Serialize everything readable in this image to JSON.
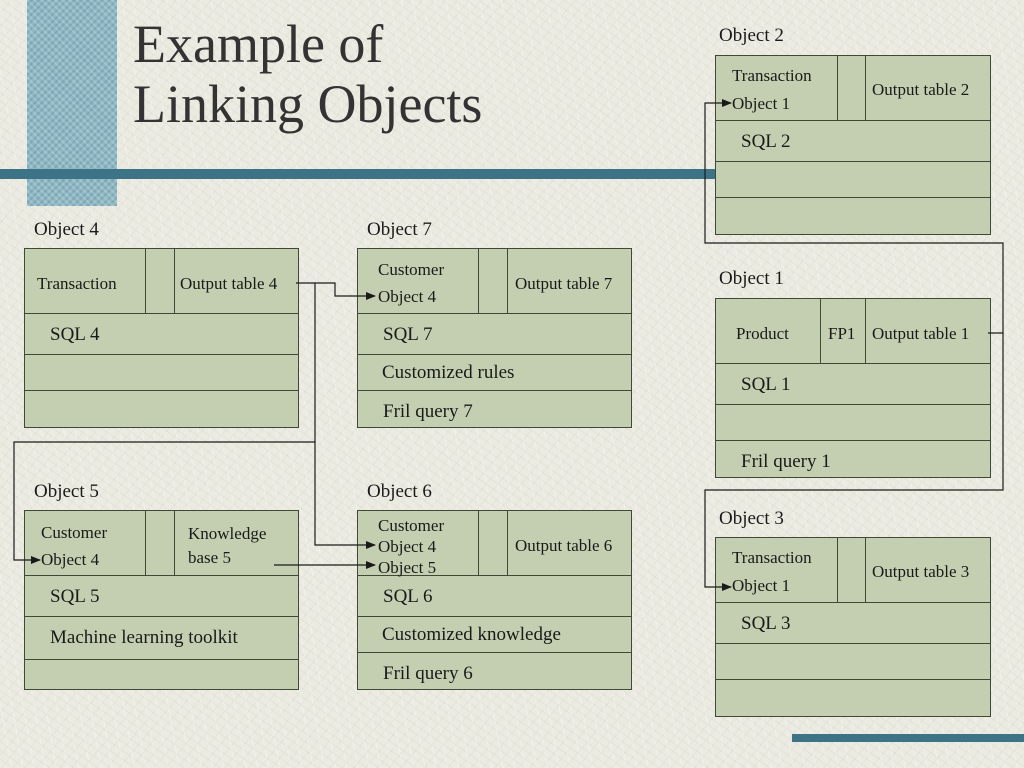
{
  "title": {
    "line1": "Example of",
    "line2": "Linking Objects"
  },
  "objects": {
    "object2": {
      "label": "Object 2",
      "input": [
        "Transaction",
        "Object 1"
      ],
      "output": "Output table 2",
      "rows": [
        "SQL 2",
        "",
        ""
      ]
    },
    "object1": {
      "label": "Object 1",
      "input": [
        "Product"
      ],
      "fp": "FP1",
      "output": "Output table 1",
      "rows": [
        "SQL 1",
        "",
        "Fril query 1"
      ]
    },
    "object3": {
      "label": "Object 3",
      "input": [
        "Transaction",
        "Object 1"
      ],
      "output": "Output table 3",
      "rows": [
        "SQL 3",
        "",
        ""
      ]
    },
    "object4": {
      "label": "Object 4",
      "input": [
        "Transaction"
      ],
      "output": "Output table 4",
      "rows": [
        "SQL 4",
        "",
        ""
      ]
    },
    "object7": {
      "label": "Object 7",
      "input": [
        "Customer",
        "Object 4"
      ],
      "output": "Output table 7",
      "rows": [
        "SQL 7",
        "Customized rules",
        "Fril query 7"
      ]
    },
    "object5": {
      "label": "Object 5",
      "input": [
        "Customer",
        "Object 4"
      ],
      "output_lines": [
        "Knowledge",
        "base 5"
      ],
      "rows": [
        "SQL 5",
        "Machine learning toolkit",
        ""
      ]
    },
    "object6": {
      "label": "Object 6",
      "input": [
        "Customer",
        "Object 4",
        "Object 5"
      ],
      "output": "Output table 6",
      "rows": [
        "SQL 6",
        "Customized knowledge",
        "Fril query 6"
      ]
    }
  },
  "colors": {
    "box_fill": "#c3cfb0",
    "box_border": "#3e4a36",
    "accent_band": "#3d7386",
    "accent_square": "#8fb8c4",
    "background": "#ecebe2"
  }
}
